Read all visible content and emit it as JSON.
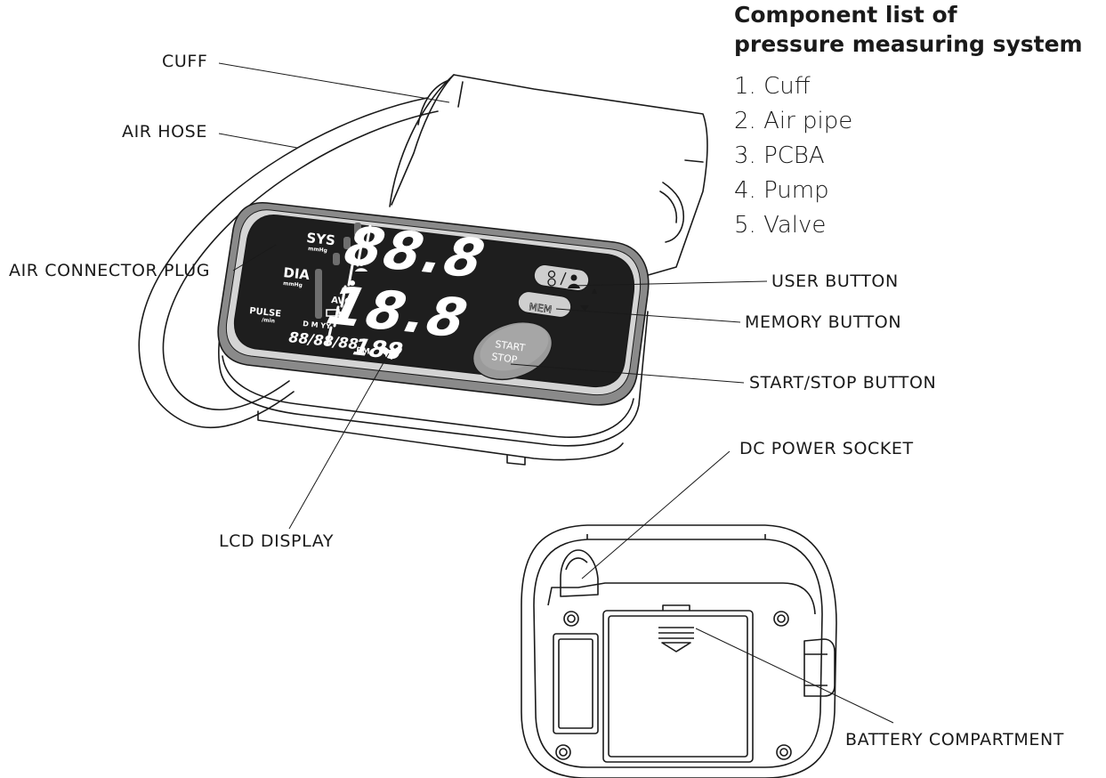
{
  "component_list": {
    "title_line1": "Component list of",
    "title_line2": "pressure measuring system",
    "items": [
      "1.  Cuff",
      "2. Air pipe",
      "3. PCBA",
      "4. Pump",
      "5. Valve"
    ]
  },
  "callouts": {
    "cuff": "CUFF",
    "air_hose": "AIR HOSE",
    "air_connector_plug": "AIR CONNECTOR PLUG",
    "user_button": "USER BUTTON",
    "memory_button": "MEMORY BUTTON",
    "start_stop_button": "START/STOP BUTTON",
    "dc_power_socket": "DC POWER SOCKET",
    "lcd_display": "LCD DISPLAY",
    "battery_compartment": "BATTERY COMPARTMENT"
  },
  "lcd": {
    "sys": "SYS",
    "dia": "DIA",
    "pulse": "PULSE",
    "unit_mmhg": "mmHg",
    "unit_min": "/min",
    "avg": "AVG",
    "sys_digits": "88.8",
    "dia_digits": "18.8",
    "pulse_digits": "188",
    "date_labels": "D      M      YY",
    "date_digits": "88/88/88",
    "pm": "PM"
  },
  "buttons": {
    "mem_label": "MEM",
    "start_label": "START",
    "stop_label": "STOP"
  }
}
